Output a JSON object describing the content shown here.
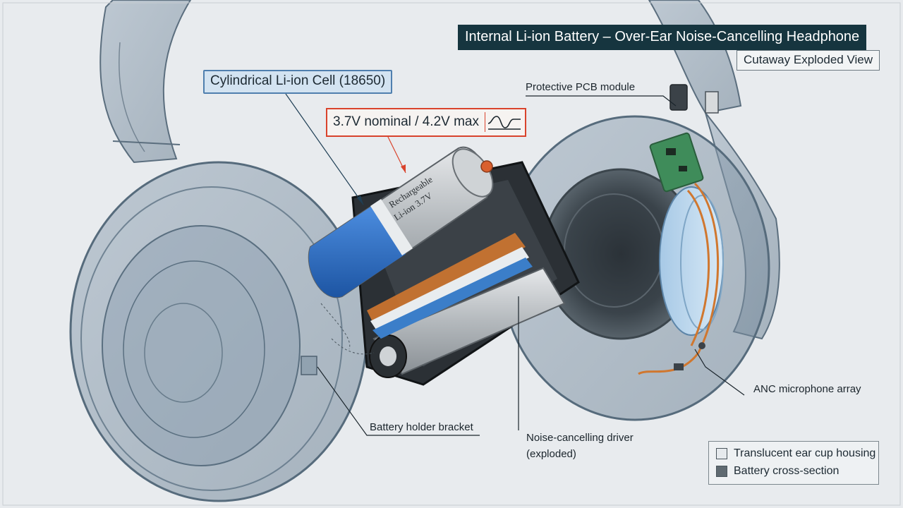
{
  "title": "Internal Li-ion Battery – Over-Ear Noise-Cancelling Headphone",
  "subtitle": "Cutaway Exploded View",
  "callouts": {
    "cell": "Cylindrical Li-ion Cell (18650)",
    "voltage": "3.7V nominal / 4.2V max"
  },
  "battery_print": {
    "line1": "Rechargeable",
    "line2": "Li-ion 3.7V"
  },
  "labels": {
    "pcb": "Protective PCB module",
    "anc": "ANC microphone array",
    "bracket": "Battery holder bracket",
    "driver_line1": "Noise-cancelling driver",
    "driver_line2": "(exploded)"
  },
  "legend": {
    "housing": "Translucent ear cup housing",
    "battery": "Battery cross-section"
  },
  "colors": {
    "title_bg": "#16353f",
    "callout_blue": "#4f7fae",
    "callout_red": "#d9432c",
    "housing": "#8c9fb0",
    "battery_blue": "#2f72c8",
    "battery_silver": "#b9bec2",
    "copper": "#d0772f",
    "pcb_green": "#3f8c5a"
  },
  "icons": [
    "sine-wave-icon"
  ]
}
